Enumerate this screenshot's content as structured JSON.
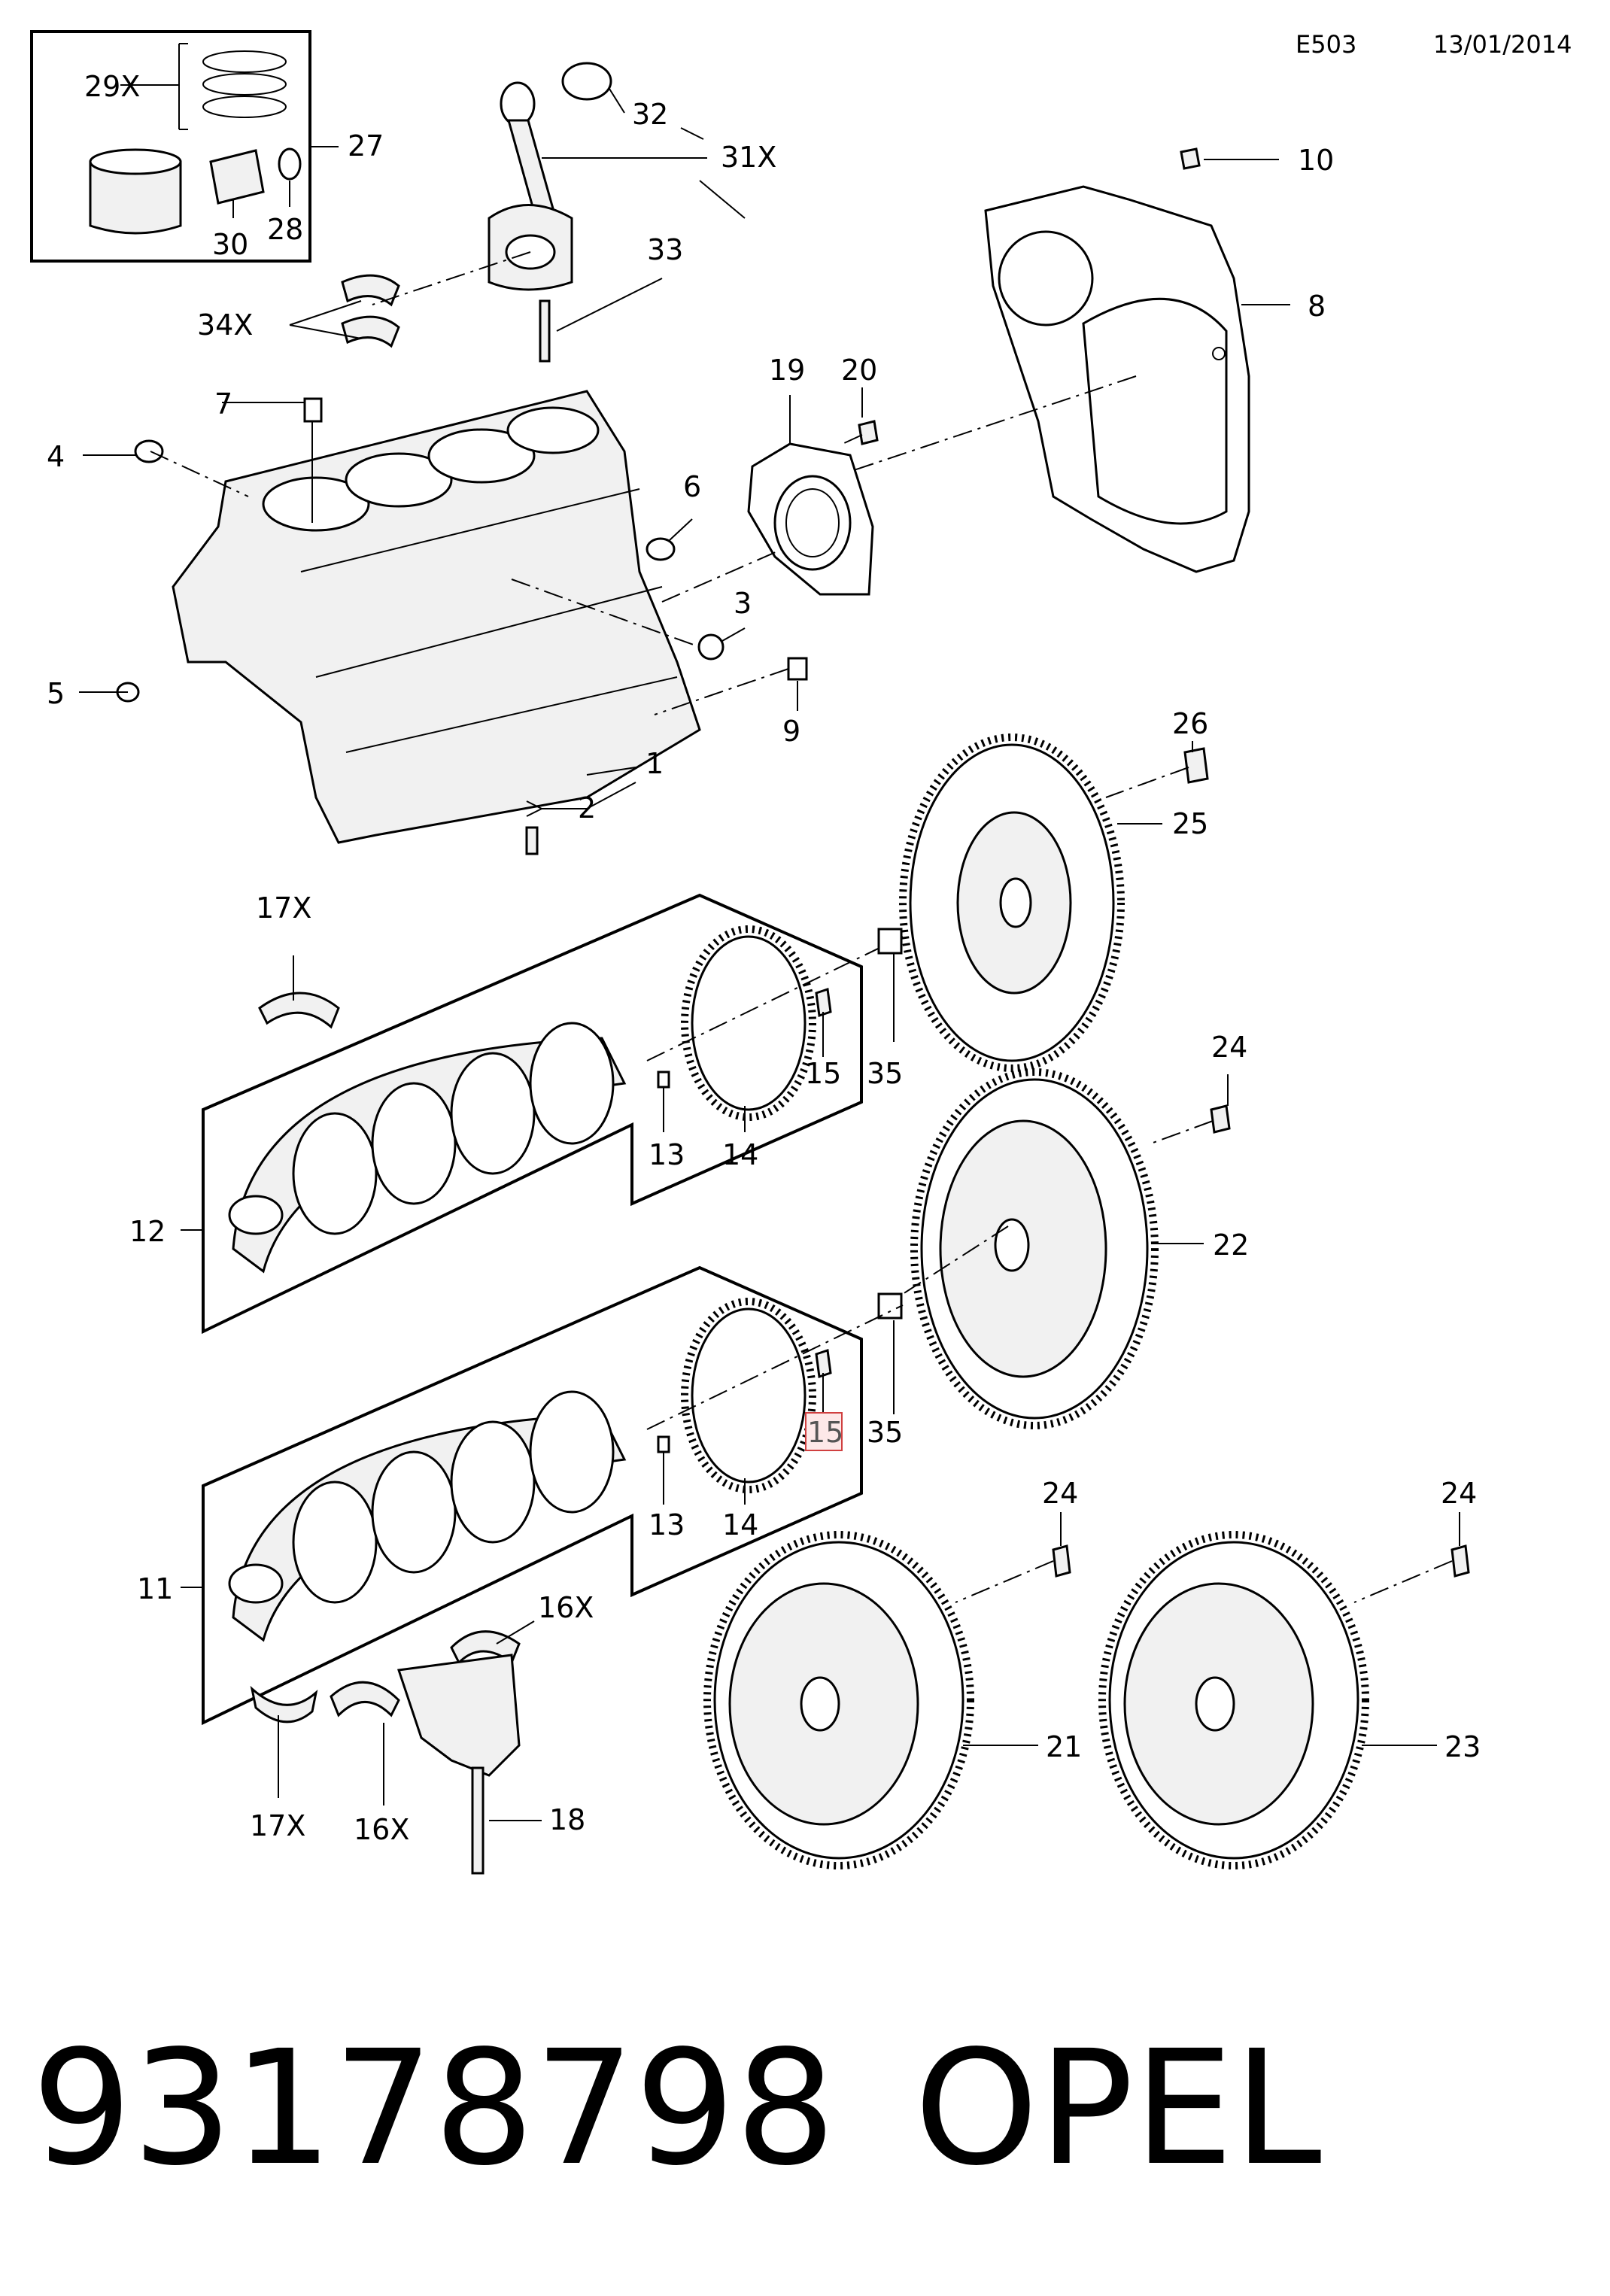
{
  "header": {
    "code": "E503",
    "date": "13/01/2014"
  },
  "footer": {
    "part_number": "93178798",
    "brand": "OPEL"
  },
  "highlighted_callout": "15",
  "callouts": {
    "c29x": "29X",
    "c27": "27",
    "c30": "30",
    "c28": "28",
    "c32": "32",
    "c31x": "31X",
    "c33": "33",
    "c34x": "34X",
    "c10": "10",
    "c8": "8",
    "c7": "7",
    "c4": "4",
    "c19": "19",
    "c20": "20",
    "c6": "6",
    "c3": "3",
    "c5": "5",
    "c9": "9",
    "c1": "1",
    "c2": "2",
    "c26": "26",
    "c25": "25",
    "c17x_top": "17X",
    "c15_top": "15",
    "c35_top": "35",
    "c13_top": "13",
    "c14_top": "14",
    "c12": "12",
    "c24_top": "24",
    "c22": "22",
    "c15_bottom": "15",
    "c35_bottom": "35",
    "c13_bottom": "13",
    "c14_bottom": "14",
    "c11": "11",
    "c24_left": "24",
    "c24_right": "24",
    "c16x_top": "16X",
    "c21": "21",
    "c23": "23",
    "c17x_bottom": "17X",
    "c16x_bottom": "16X",
    "c18": "18"
  }
}
